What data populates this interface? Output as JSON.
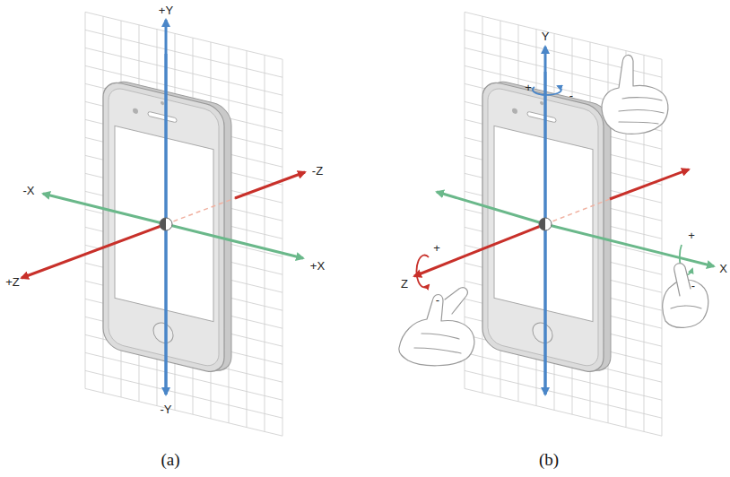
{
  "diagram": {
    "labels": [
      "+Y",
      "-Z",
      "-X",
      "+Z",
      "+X",
      "-Y",
      "(a)",
      "Y",
      "+",
      "-",
      "+",
      "-",
      "X",
      "Z",
      "+",
      "-",
      "(b)"
    ]
  }
}
